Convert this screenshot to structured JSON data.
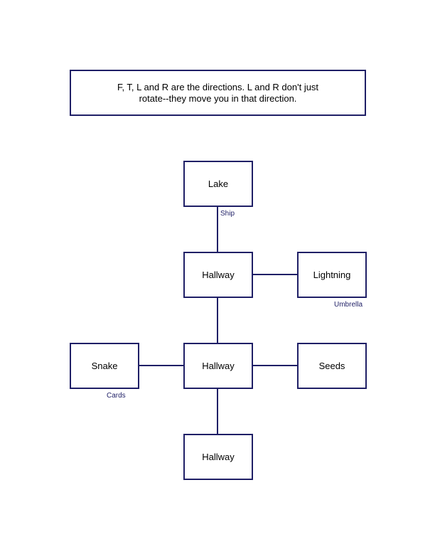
{
  "note": {
    "line1": "F, T, L and R are the directions. L and R don't just",
    "line2": "rotate--they move you in that direction."
  },
  "rooms": {
    "lake": "Lake",
    "hallway_top": "Hallway",
    "lightning": "Lightning",
    "snake": "Snake",
    "hallway_middle": "Hallway",
    "seeds": "Seeds",
    "hallway_bottom": "Hallway"
  },
  "items": {
    "ship": "Ship",
    "umbrella": "Umbrella",
    "cards": "Cards"
  },
  "colors": {
    "border": "#1f1f66",
    "item_text": "#1f1f66"
  }
}
